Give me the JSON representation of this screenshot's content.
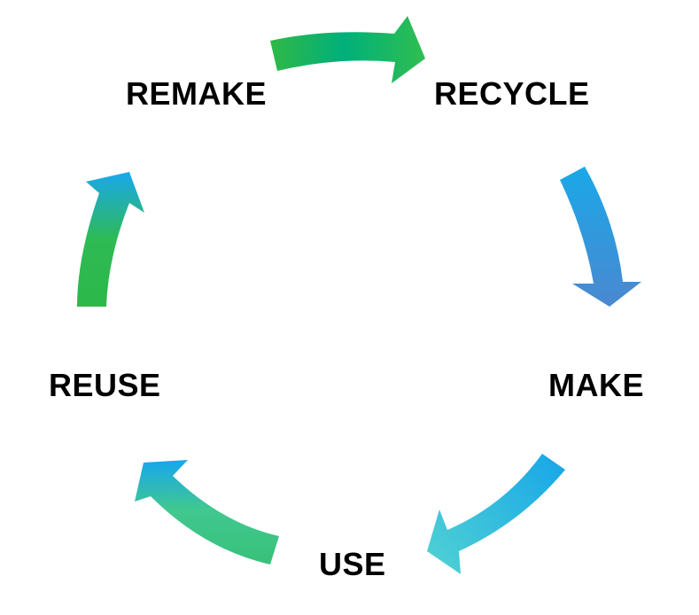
{
  "stages": {
    "remake": "REMAKE",
    "recycle": "RECYCLE",
    "make": "MAKE",
    "use": "USE",
    "reuse": "REUSE"
  },
  "colors": {
    "green": "#2DB84A",
    "teal_green": "#00B07A",
    "sky_blue": "#1AA8E8",
    "steel_blue": "#4A88D0",
    "cyan": "#4ED0D4",
    "mint": "#40C890",
    "text": "#000000"
  },
  "arrows": [
    {
      "from": "REMAKE",
      "to": "RECYCLE"
    },
    {
      "from": "RECYCLE",
      "to": "MAKE"
    },
    {
      "from": "MAKE",
      "to": "USE"
    },
    {
      "from": "USE",
      "to": "REUSE"
    },
    {
      "from": "REUSE",
      "to": "REMAKE"
    }
  ]
}
